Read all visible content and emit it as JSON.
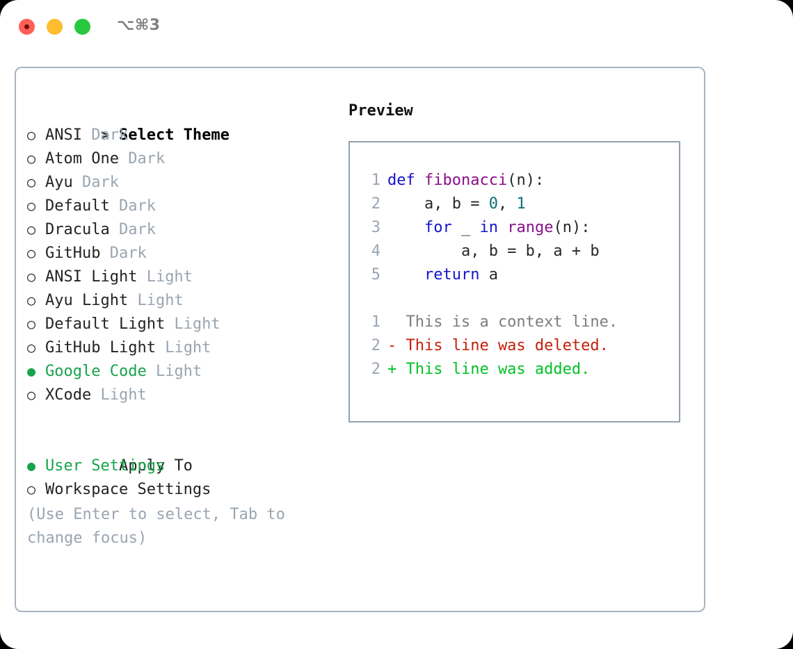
{
  "window": {
    "traffic_lights": [
      "close",
      "minimize",
      "maximize"
    ],
    "shortcut_label": "⌥⌘3"
  },
  "theme_picker": {
    "heading": "Select Theme",
    "heading_marker": ">",
    "marker_unselected": "○",
    "marker_selected": "●",
    "accent_color": "#17a34a",
    "items": [
      {
        "name": "ANSI",
        "variant": "Dark",
        "selected": false
      },
      {
        "name": "Atom One",
        "variant": "Dark",
        "selected": false
      },
      {
        "name": "Ayu",
        "variant": "Dark",
        "selected": false
      },
      {
        "name": "Default",
        "variant": "Dark",
        "selected": false
      },
      {
        "name": "Dracula",
        "variant": "Dark",
        "selected": false
      },
      {
        "name": "GitHub",
        "variant": "Dark",
        "selected": false
      },
      {
        "name": "ANSI Light",
        "variant": "Light",
        "selected": false
      },
      {
        "name": "Ayu Light",
        "variant": "Light",
        "selected": false
      },
      {
        "name": "Default Light",
        "variant": "Light",
        "selected": false
      },
      {
        "name": "GitHub Light",
        "variant": "Light",
        "selected": false
      },
      {
        "name": "Google Code",
        "variant": "Light",
        "selected": true
      },
      {
        "name": "XCode",
        "variant": "Light",
        "selected": false
      }
    ]
  },
  "apply_to": {
    "heading": "Apply To",
    "items": [
      {
        "name": "User Settings",
        "selected": true
      },
      {
        "name": "Workspace Settings",
        "selected": false
      }
    ]
  },
  "hint": "(Use Enter to select, Tab to change focus)",
  "preview": {
    "heading": "Preview",
    "code_lines": [
      {
        "num": "1",
        "tokens": [
          {
            "t": "def ",
            "c": "kw"
          },
          {
            "t": "fibonacci",
            "c": "fn"
          },
          {
            "t": "(n):",
            "c": "pl"
          }
        ]
      },
      {
        "num": "2",
        "tokens": [
          {
            "t": "    a, b = ",
            "c": "pl"
          },
          {
            "t": "0",
            "c": "num"
          },
          {
            "t": ", ",
            "c": "pl"
          },
          {
            "t": "1",
            "c": "num"
          }
        ]
      },
      {
        "num": "3",
        "tokens": [
          {
            "t": "    ",
            "c": "pl"
          },
          {
            "t": "for",
            "c": "kw"
          },
          {
            "t": " _ ",
            "c": "pl"
          },
          {
            "t": "in",
            "c": "kw"
          },
          {
            "t": " ",
            "c": "pl"
          },
          {
            "t": "range",
            "c": "fn"
          },
          {
            "t": "(n):",
            "c": "pl"
          }
        ]
      },
      {
        "num": "4",
        "tokens": [
          {
            "t": "        a, b = b, a + b",
            "c": "pl"
          }
        ]
      },
      {
        "num": "5",
        "tokens": [
          {
            "t": "    ",
            "c": "pl"
          },
          {
            "t": "return",
            "c": "kw"
          },
          {
            "t": " a",
            "c": "pl"
          }
        ]
      }
    ],
    "diff_lines": [
      {
        "num": "1",
        "kind": "context",
        "text": "  This is a context line."
      },
      {
        "num": "2",
        "kind": "del",
        "text": "- This line was deleted."
      },
      {
        "num": "2",
        "kind": "add",
        "text": "+ This line was added."
      }
    ],
    "colors": {
      "keyword": "#1414cc",
      "function": "#8b0f8b",
      "number": "#0a7078",
      "plain": "#24292e",
      "gutter": "#9aa5b1",
      "diff_context": "#7d7d7d",
      "diff_deleted": "#c42009",
      "diff_added": "#00c226",
      "border": "#93a1b0"
    }
  }
}
